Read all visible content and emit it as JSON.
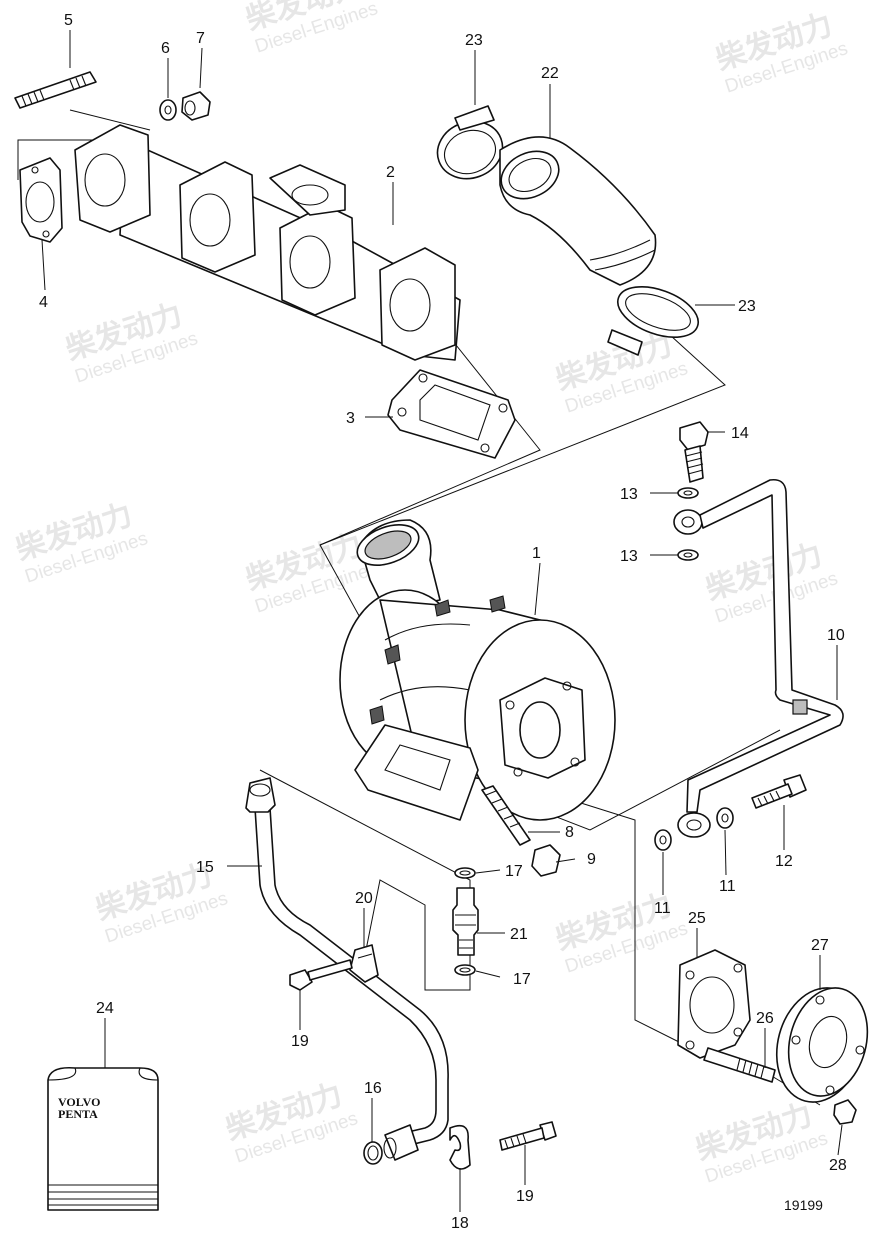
{
  "watermark": {
    "brand_cn": "柴发动力",
    "brand_en": "Diesel-Engines"
  },
  "drawing_ref": "19199",
  "book": {
    "line1": "VOLVO",
    "line2": "PENTA"
  },
  "callouts": [
    {
      "id": "c1",
      "number": "1"
    },
    {
      "id": "c2",
      "number": "2"
    },
    {
      "id": "c3",
      "number": "3"
    },
    {
      "id": "c4",
      "number": "4"
    },
    {
      "id": "c5",
      "number": "5"
    },
    {
      "id": "c6",
      "number": "6"
    },
    {
      "id": "c7",
      "number": "7"
    },
    {
      "id": "c8",
      "number": "8"
    },
    {
      "id": "c9",
      "number": "9"
    },
    {
      "id": "c10",
      "number": "10"
    },
    {
      "id": "c11a",
      "number": "11"
    },
    {
      "id": "c11b",
      "number": "11"
    },
    {
      "id": "c12",
      "number": "12"
    },
    {
      "id": "c13a",
      "number": "13"
    },
    {
      "id": "c13b",
      "number": "13"
    },
    {
      "id": "c14",
      "number": "14"
    },
    {
      "id": "c15",
      "number": "15"
    },
    {
      "id": "c16",
      "number": "16"
    },
    {
      "id": "c17a",
      "number": "17"
    },
    {
      "id": "c17b",
      "number": "17"
    },
    {
      "id": "c18",
      "number": "18"
    },
    {
      "id": "c19a",
      "number": "19"
    },
    {
      "id": "c19b",
      "number": "19"
    },
    {
      "id": "c20",
      "number": "20"
    },
    {
      "id": "c21",
      "number": "21"
    },
    {
      "id": "c22",
      "number": "22"
    },
    {
      "id": "c23a",
      "number": "23"
    },
    {
      "id": "c23b",
      "number": "23"
    },
    {
      "id": "c24",
      "number": "24"
    },
    {
      "id": "c25",
      "number": "25"
    },
    {
      "id": "c26",
      "number": "26"
    },
    {
      "id": "c27",
      "number": "27"
    },
    {
      "id": "c28",
      "number": "28"
    }
  ]
}
